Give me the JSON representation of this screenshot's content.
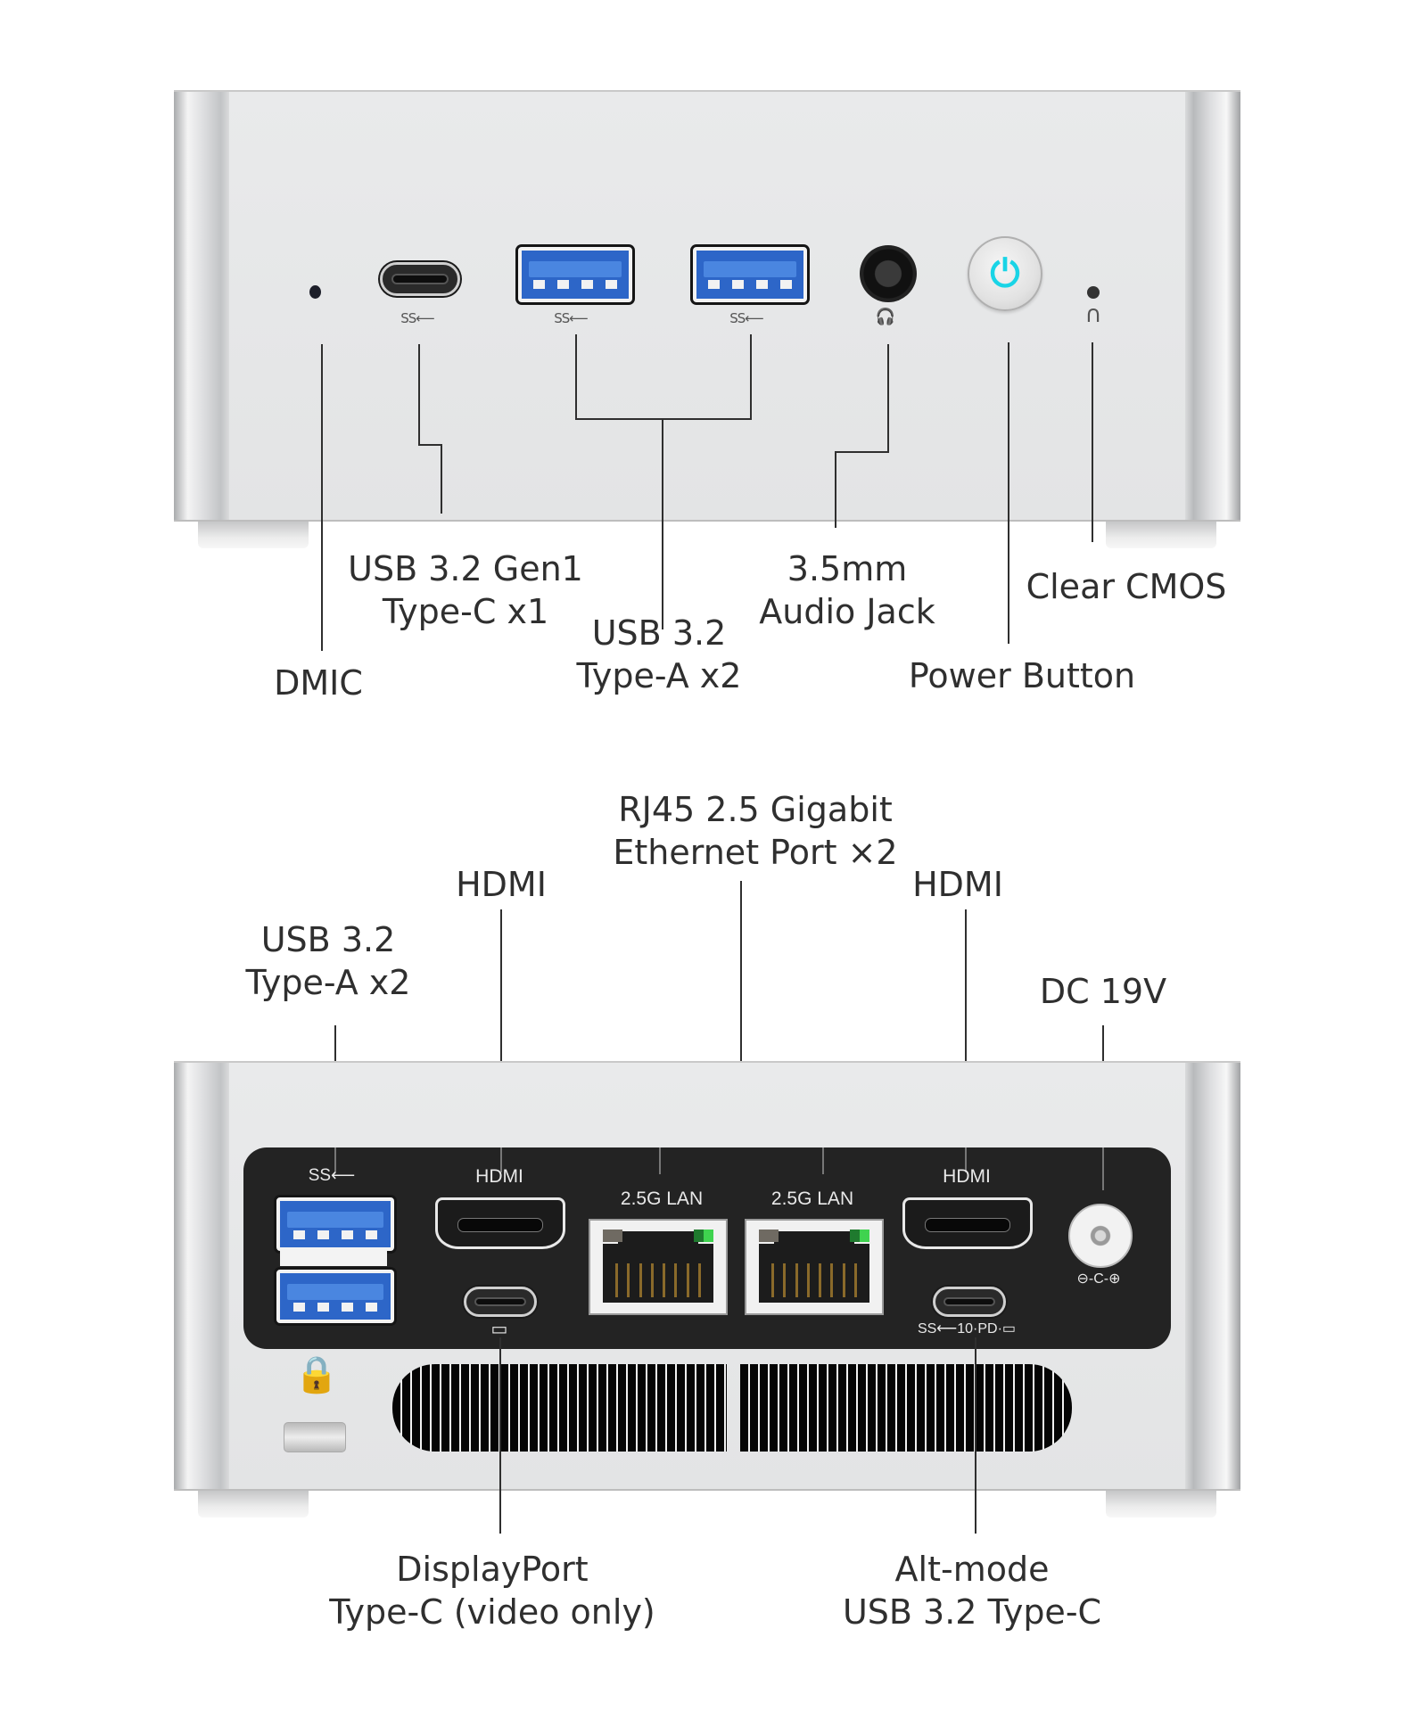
{
  "front_panel": {
    "ports": [
      {
        "id": "dmic",
        "label": "DMIC"
      },
      {
        "id": "usbc",
        "icon": "SS⇠",
        "label_lines": [
          "USB 3.2 Gen1",
          "Type-C x1"
        ]
      },
      {
        "id": "usba",
        "icon": "SS⇠",
        "label_lines": [
          "USB 3.2",
          "Type-A x2"
        ]
      },
      {
        "id": "audio",
        "icon": "🎧",
        "label_lines": [
          "3.5mm",
          "Audio Jack"
        ]
      },
      {
        "id": "power",
        "icon": "⏻",
        "label": "Power Button"
      },
      {
        "id": "cmos",
        "icon": "∩",
        "label": "Clear CMOS"
      }
    ],
    "usb_icon_text": "SS⟵"
  },
  "rear_panel": {
    "callouts": {
      "usba": [
        "USB 3.2",
        "Type-A x2"
      ],
      "hdmi_left": "HDMI",
      "rj45": [
        "RJ45 2.5 Gigabit",
        "Ethernet Port ×2"
      ],
      "hdmi_right": "HDMI",
      "dc": "DC 19V",
      "dp_typec": [
        "DisplayPort",
        "Type-C (video only)"
      ],
      "altmode": [
        "Alt-mode",
        "USB 3.2 Type-C"
      ]
    },
    "panel_labels": {
      "usb_ss": "SS⟵",
      "hdmi_left": "HDMI",
      "lan1": "2.5G LAN",
      "lan2": "2.5G LAN",
      "hdmi_right": "HDMI",
      "dc_polarity": "⊖-C-⊕",
      "dp_icon": "▭",
      "altmode_icons": "SS⟵10·PD·▭"
    },
    "lan_led_colors": {
      "left": "#6f6a62",
      "right": "#3fd34f"
    }
  },
  "colors": {
    "usb_blue": "#2d66c8",
    "power_glow": "#19d4e6",
    "panel_black": "#232323",
    "chassis": "#e6e7e8"
  }
}
